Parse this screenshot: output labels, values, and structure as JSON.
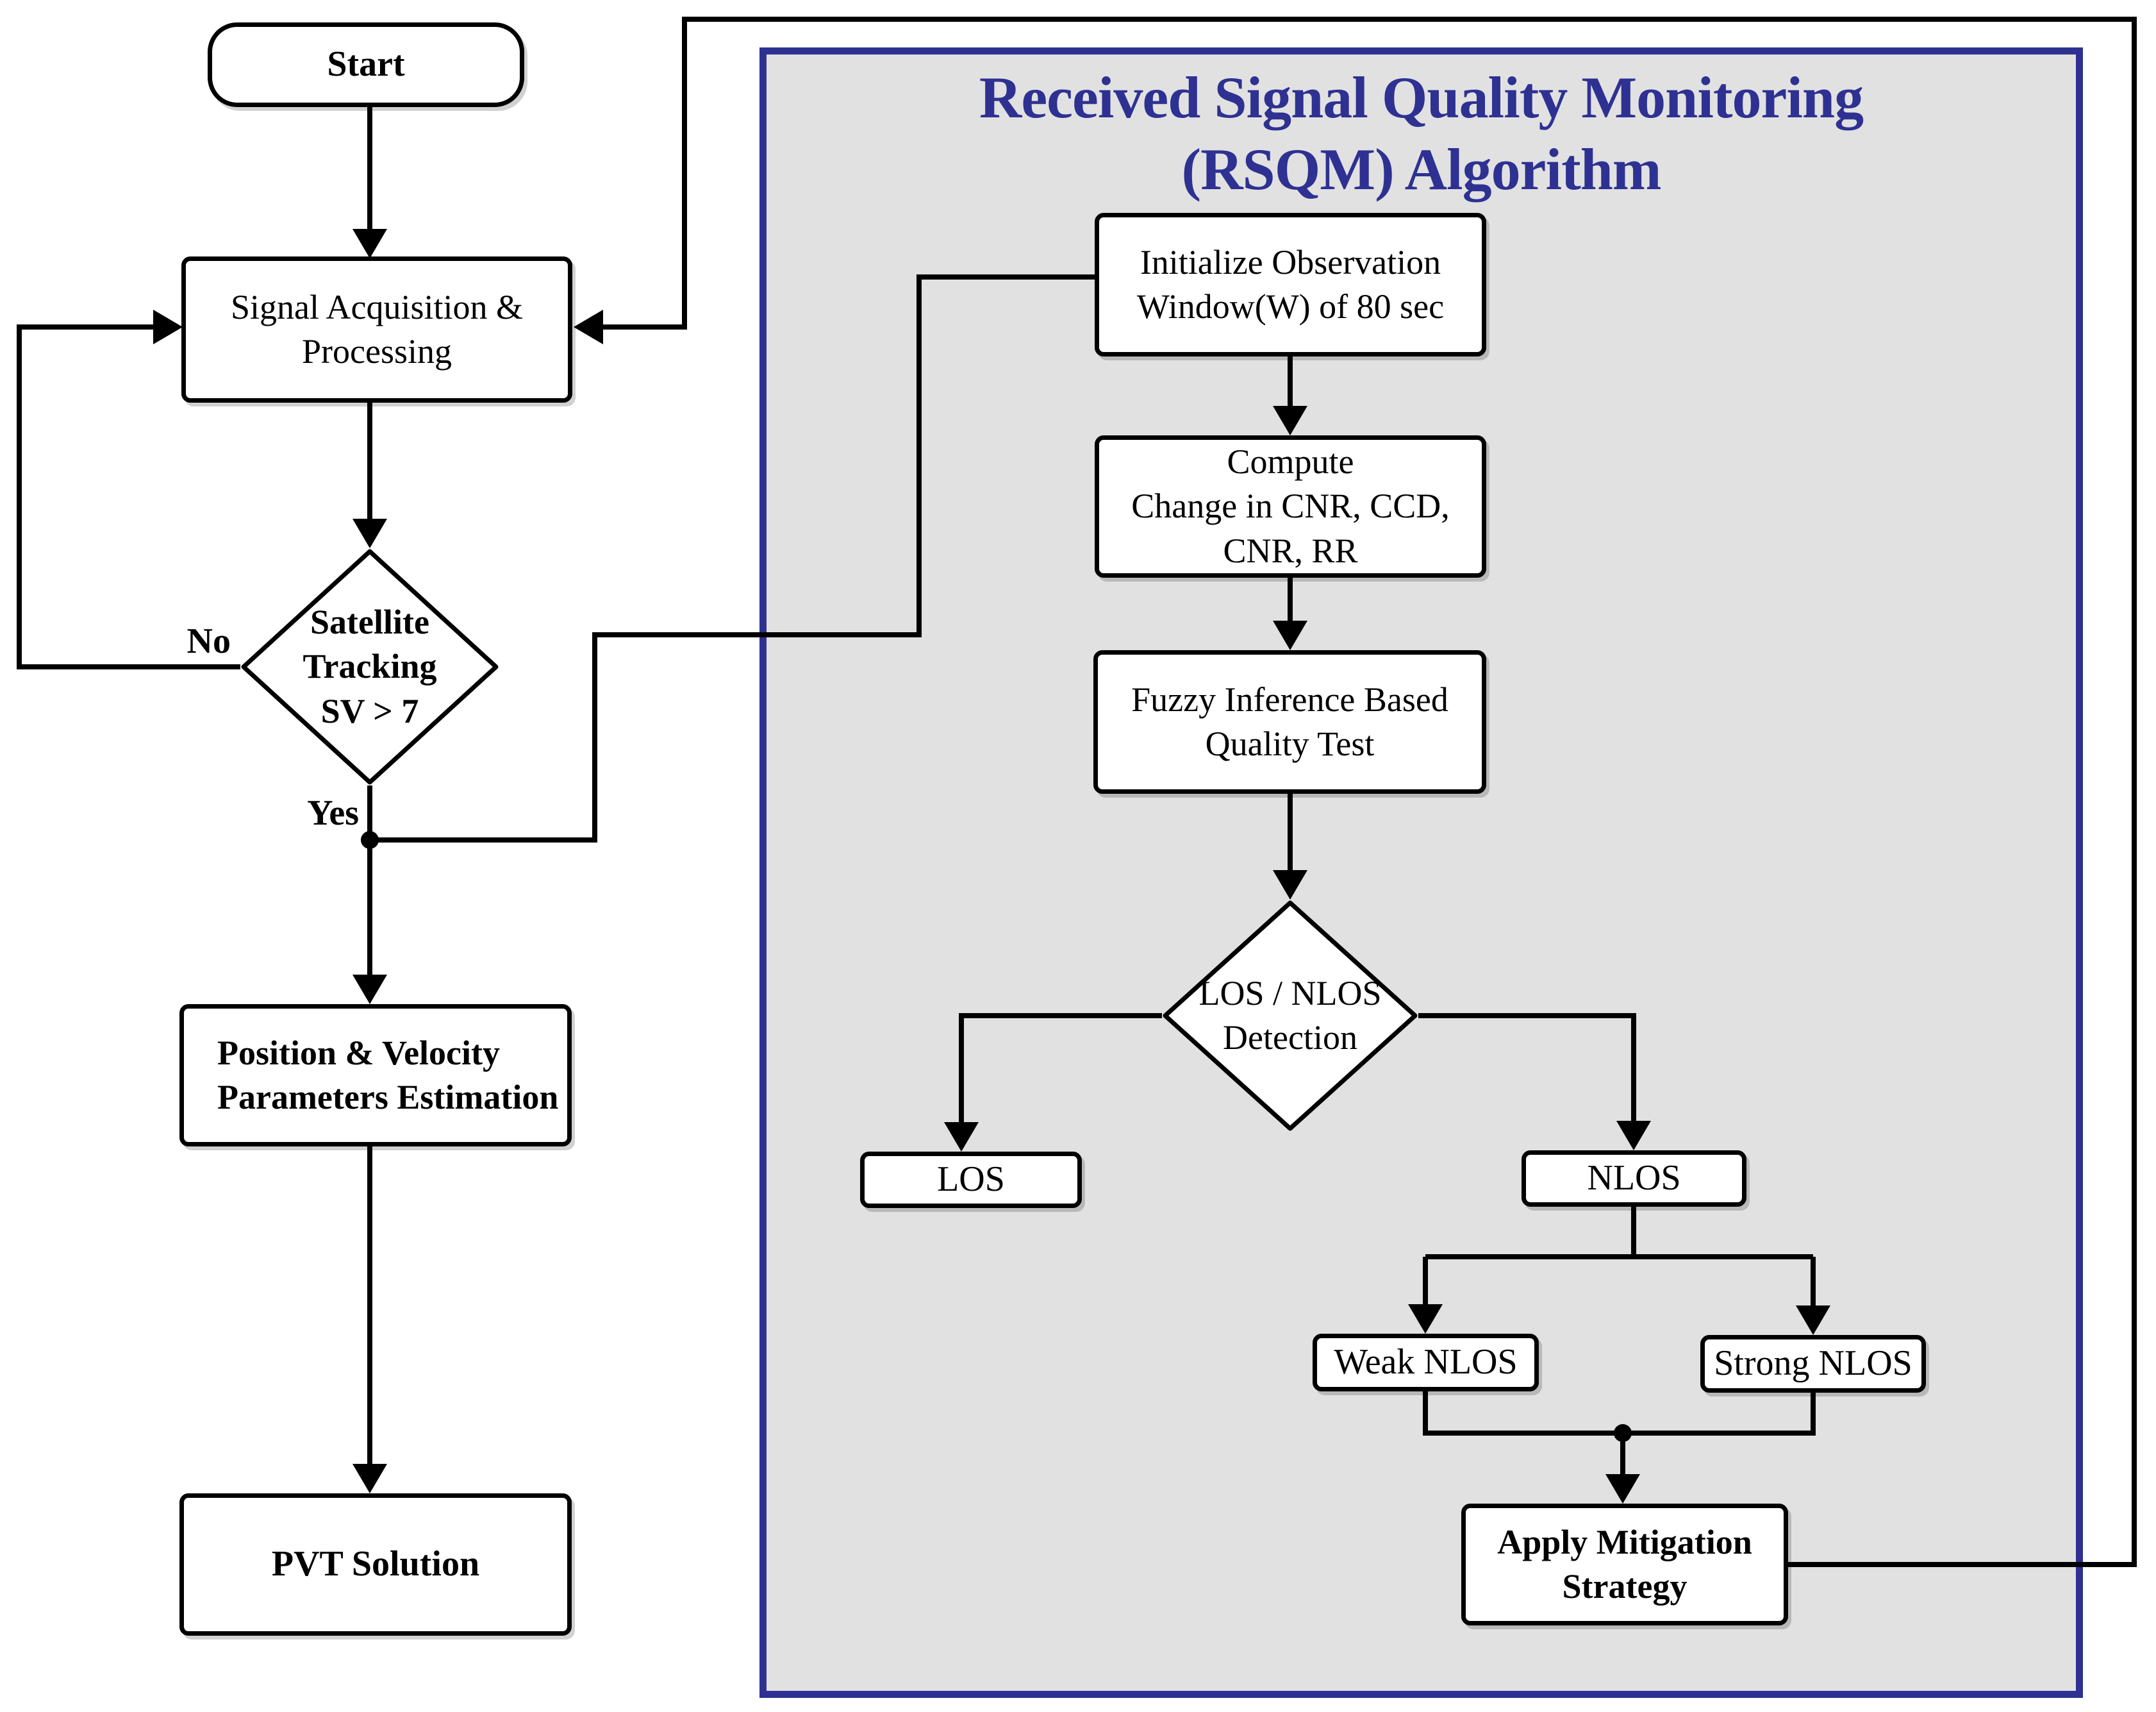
{
  "colors": {
    "navy": "#2e3192",
    "panel-fill": "#e1e1e1",
    "line": "#000000",
    "box-fill": "#ffffff",
    "canvas": "#ffffff"
  },
  "panel": {
    "title": "Received Signal Quality Monitoring\n(RSQM) Algorithm"
  },
  "nodes": {
    "start": {
      "label": "Start",
      "type": "terminator"
    },
    "signal": {
      "label": "Signal Acquisition &\nProcessing",
      "type": "process"
    },
    "tracking": {
      "label": "Satellite\nTracking\nSV > 7",
      "type": "decision"
    },
    "position": {
      "label": "Position & Velocity\nParameters Estimation",
      "type": "process"
    },
    "pvt": {
      "label": "PVT Solution",
      "type": "process"
    },
    "init": {
      "label": "Initialize Observation\nWindow(W) of 80 sec",
      "type": "process"
    },
    "compute": {
      "label": "Compute\nChange in CNR, CCD,\nCNR, RR",
      "type": "process"
    },
    "fuzzy": {
      "label": "Fuzzy Inference Based\nQuality Test",
      "type": "process"
    },
    "losnlos": {
      "label": "LOS /  NLOS\nDetection",
      "type": "decision"
    },
    "los": {
      "label": "LOS",
      "type": "process"
    },
    "nlos": {
      "label": "NLOS",
      "type": "process"
    },
    "weak": {
      "label": "Weak NLOS",
      "type": "process"
    },
    "strong": {
      "label": "Strong NLOS",
      "type": "process"
    },
    "apply": {
      "label": "Apply Mitigation\nStrategy",
      "type": "process"
    }
  },
  "edge_labels": {
    "no": "No",
    "yes": "Yes"
  }
}
